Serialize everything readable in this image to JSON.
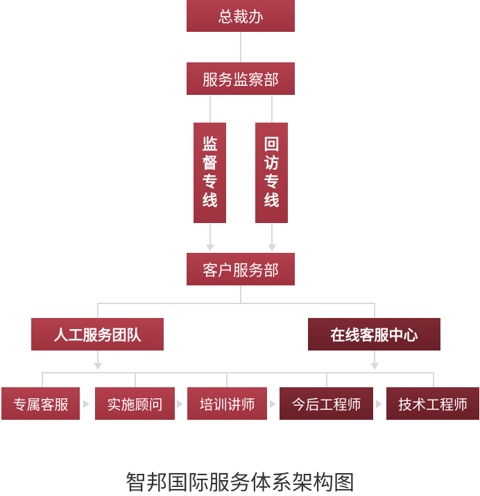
{
  "top": "总裁办",
  "supervision": "服务监察部",
  "lines": [
    {
      "chars": [
        "监",
        "督",
        "专",
        "线"
      ]
    },
    {
      "chars": [
        "回",
        "访",
        "专",
        "线"
      ]
    }
  ],
  "customer_service": "客户服务部",
  "teams": [
    "人工服务团队",
    "在线客服中心"
  ],
  "roles": [
    "专属客服",
    "实施顾问",
    "培训讲师",
    "今后工程师",
    "技术工程师"
  ],
  "caption": "智邦国际服务体系架构图",
  "colors": {
    "primary": "#a8363f",
    "dark": "#6f222a",
    "connector": "#d9d9d9"
  }
}
